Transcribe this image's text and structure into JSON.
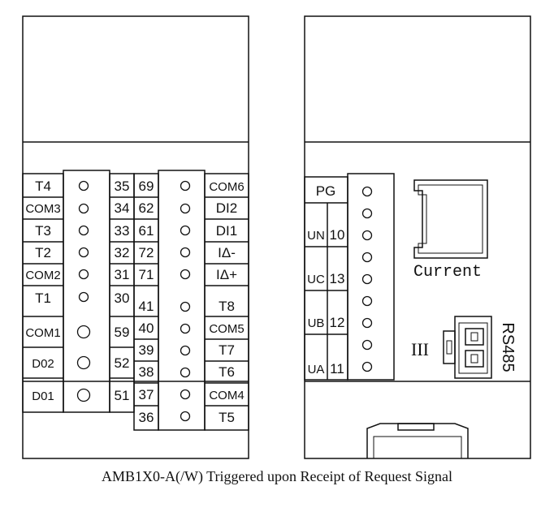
{
  "caption": "AMB1X0-A(/W) Triggered upon Receipt of Request Signal",
  "left_module": {
    "labels": [
      "T4",
      "COM3",
      "T3",
      "T2",
      "COM2",
      "T1",
      "COM1",
      "D02",
      "D01"
    ],
    "inner_numbers": [
      "35",
      "34",
      "33",
      "32",
      "31",
      "30",
      "59",
      "52",
      "51"
    ],
    "right_numbers": [
      "69",
      "62",
      "61",
      "72",
      "71",
      "41",
      "40",
      "39",
      "38",
      "37",
      "36"
    ],
    "right_labels": [
      "COM6",
      "DI2",
      "DI1",
      "IΔ-",
      "IΔ+",
      "T8",
      "COM5",
      "T7",
      "T6",
      "COM4",
      "T5"
    ]
  },
  "right_module": {
    "pg_label": "PG",
    "voltage_labels": [
      "UN",
      "UC",
      "UB",
      "UA"
    ],
    "voltage_numbers": [
      "10",
      "13",
      "12",
      "11"
    ],
    "current_label": "Current",
    "rs485_label": "RS485",
    "roman_label": "III"
  }
}
